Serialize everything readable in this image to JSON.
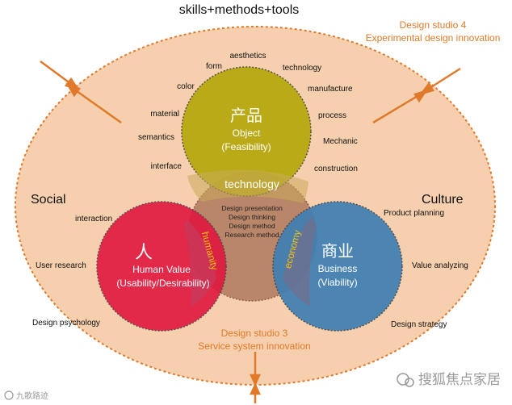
{
  "title": "skills+methods+tools",
  "studios": {
    "studio4_line1": "Design studio 4",
    "studio4_line2": "Experimental design innovation",
    "studio3_line1": "Design studio 3",
    "studio3_line2": "Service system innovation"
  },
  "sides": {
    "left": "Social",
    "right": "Culture"
  },
  "object": {
    "zh": "产品",
    "en": "Object",
    "sub": "(Feasibility)"
  },
  "human": {
    "zh": "人",
    "en": "Human Value",
    "sub": "(Usability/Desirability)"
  },
  "business": {
    "zh": "商业",
    "en": "Business",
    "sub": "(Viability)"
  },
  "overlaps": {
    "top": "technology",
    "left": "humanity",
    "right": "economy"
  },
  "center_list": [
    "Design presentation",
    "Design thinking",
    "Design method",
    "Research method"
  ],
  "outer_labels": {
    "aesthetics": "aesthetics",
    "form": "form",
    "technology": "technology",
    "color": "color",
    "manufacture": "manufacture",
    "material": "material",
    "process": "process",
    "semantics": "semantics",
    "mechanic": "Mechanic",
    "interface": "interface",
    "construction": "construction",
    "interaction": "interaction",
    "product_planning": "Product planning",
    "user_research": "User research",
    "value_analyzing": "Value analyzing",
    "design_psychology": "Design psychology",
    "design_strategy": "Design strategy"
  },
  "watermarks": {
    "left": "九歌路迹",
    "right": "搜狐焦点家居"
  },
  "colors": {
    "ellipse_fill": "#f6cfae",
    "ellipse_stroke": "#e07a2a",
    "object": "#b7a70b",
    "human": "#e0183f",
    "business": "#3f7fb3",
    "center": "#b07a5e",
    "accent_text": "#e07a2a"
  }
}
